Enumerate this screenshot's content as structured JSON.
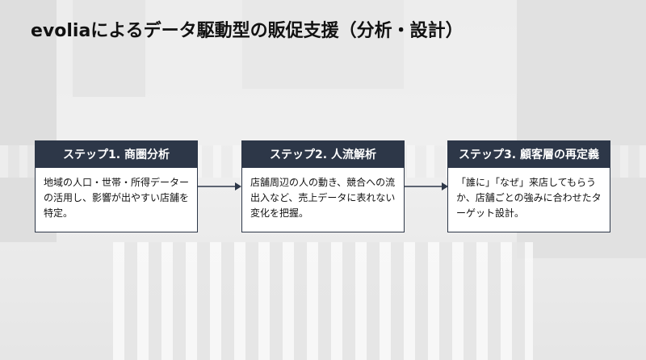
{
  "title": "evoliaによるデータ駆動型の販促支援（分析・設計）",
  "steps": [
    {
      "heading": "ステップ1. 商圏分析",
      "body": "地域の人口・世帯・所得データー　の活用し、影響が出やすい店舗を特定。"
    },
    {
      "heading": "ステップ2. 人流解析",
      "body": "店舗周辺の人の動き、競合への流出入など、売上データに表れない変化を把握。"
    },
    {
      "heading": "ステップ3. 顧客層の再定義",
      "body": "「誰に」「なぜ」来店してもらうか、店舗ごとの強みに合わせたターゲット設計。"
    }
  ],
  "colors": {
    "header_bg": "#2d3748",
    "header_text": "#ffffff",
    "border": "#2d3748",
    "arrow": "#2d3748"
  }
}
